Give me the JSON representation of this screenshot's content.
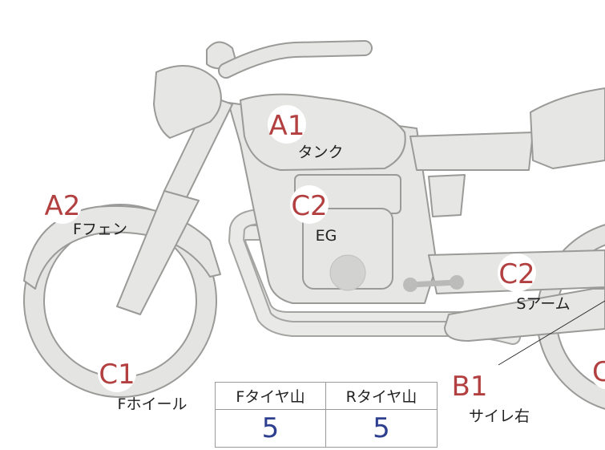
{
  "parts": [
    {
      "id": "tank",
      "grade": "A1",
      "label": "タンク"
    },
    {
      "id": "front-fender",
      "grade": "A2",
      "label": "Fフェン"
    },
    {
      "id": "engine",
      "grade": "C2",
      "label": "EG"
    },
    {
      "id": "swing-arm",
      "grade": "C2",
      "label": "Sアーム"
    },
    {
      "id": "front-wheel",
      "grade": "C1",
      "label": "Fホイール"
    },
    {
      "id": "silencer-right",
      "grade": "B1",
      "label": "サイレ右"
    },
    {
      "id": "rear-wheel",
      "grade": "C"
    }
  ],
  "tread_table": {
    "headers": [
      "Fタイヤ山",
      "Rタイヤ山"
    ],
    "values": [
      "5",
      "5"
    ]
  }
}
